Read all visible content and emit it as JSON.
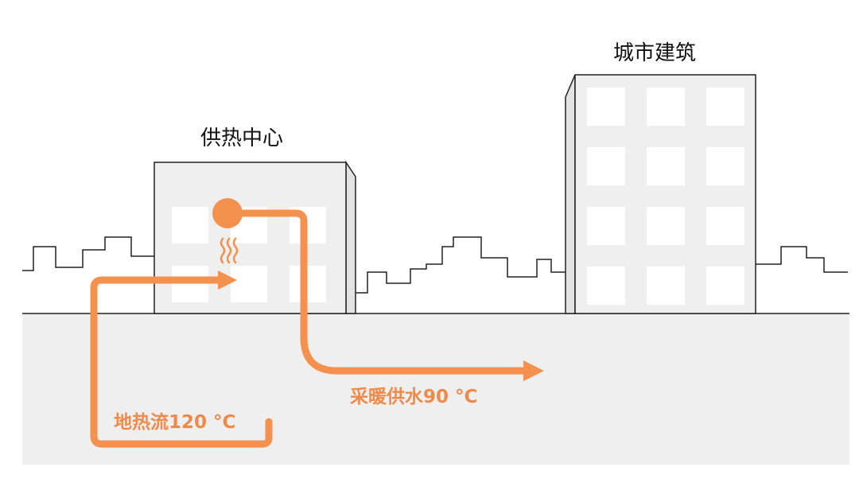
{
  "labels": {
    "heating_center": "供热中心",
    "city_building": "城市建筑",
    "geothermal_flow": "地热流120 °C",
    "heating_supply": "采暖供水90 °C"
  },
  "colors": {
    "ground": "#efefef",
    "building_fill": "#efefef",
    "window": "#ffffff",
    "line": "#222222",
    "flow": "#f5914e",
    "text": "#111111",
    "flow_text": "#f08a4b"
  },
  "icons": {
    "heat_source": "heat-source-dot-icon",
    "heat_waves": "heat-waves-icon"
  }
}
